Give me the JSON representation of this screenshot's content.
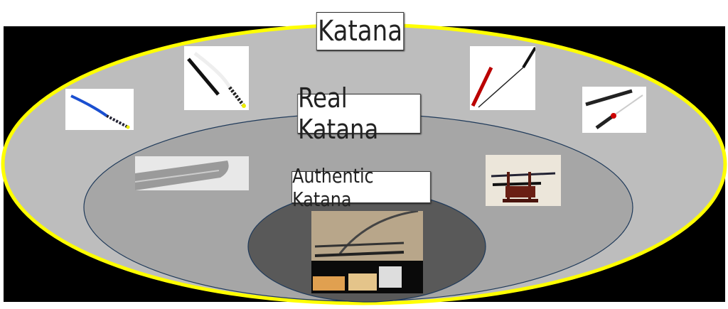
{
  "labels": {
    "outer": "Katana",
    "middle": "Real Katana",
    "inner": "Authentic Katana"
  },
  "colors": {
    "outer_fill": "#bdbdbd",
    "outer_stroke": "#ffff00",
    "middle_fill": "#a6a6a6",
    "inner_fill": "#595959",
    "background": "#000000"
  },
  "images": [
    "blue-toy-katana",
    "white-black-katana",
    "red-black-katana",
    "black-red-katana",
    "blade-closeup",
    "katana-on-stand",
    "authentic-katana-display"
  ]
}
